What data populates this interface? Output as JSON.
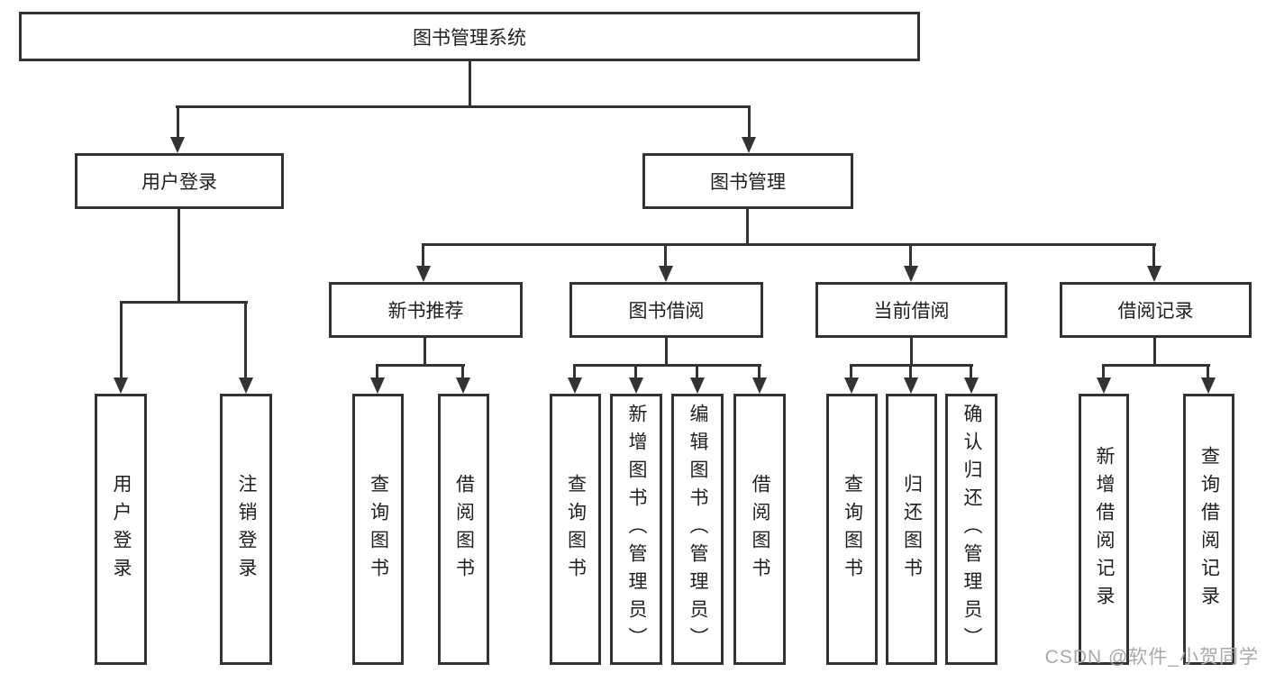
{
  "diagram": {
    "type": "hierarchy",
    "watermark": "CSDN @软件_小贺同学",
    "colors": {
      "line": "#333333",
      "box_background": "#ffffff",
      "text": "#1f1f1f",
      "watermark": "#a9a9a9"
    },
    "nodes": {
      "root": {
        "label": "图书管理系统"
      },
      "user_login": {
        "label": "用户登录"
      },
      "book_management": {
        "label": "图书管理"
      },
      "new_book_recommend": {
        "label": "新书推荐"
      },
      "book_borrow": {
        "label": "图书借阅"
      },
      "current_borrow": {
        "label": "当前借阅"
      },
      "borrow_records": {
        "label": "借阅记录"
      },
      "leaf_user_login": {
        "label": "用户登录"
      },
      "leaf_logout": {
        "label": "注销登录"
      },
      "leaf_nbr_query_books": {
        "label": "查询图书"
      },
      "leaf_nbr_borrow_books": {
        "label": "借阅图书"
      },
      "leaf_bb_query_books": {
        "label": "查询图书"
      },
      "leaf_bb_add_books": {
        "label": "新增图书（管理员）"
      },
      "leaf_bb_edit_books": {
        "label": "编辑图书（管理员）"
      },
      "leaf_bb_borrow_books": {
        "label": "借阅图书"
      },
      "leaf_cb_query_books": {
        "label": "查询图书"
      },
      "leaf_cb_return_books": {
        "label": "归还图书"
      },
      "leaf_cb_confirm_return": {
        "label": "确认归还（管理员）"
      },
      "leaf_br_add_record": {
        "label": "新增借阅记录"
      },
      "leaf_br_query_record": {
        "label": "查询借阅记录"
      }
    }
  }
}
